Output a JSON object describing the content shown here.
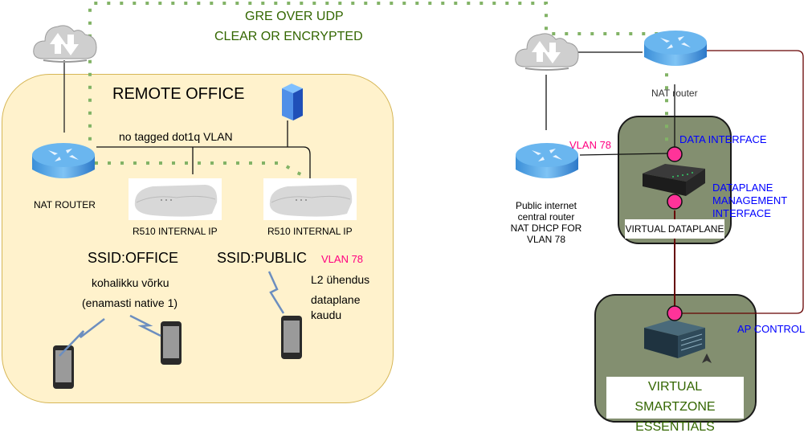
{
  "tunnel": {
    "line1": "GRE OVER UDP",
    "line2": "CLEAR OR ENCRYPTED"
  },
  "remote_office": {
    "title": "REMOTE OFFICE",
    "nat_router_label": "NAT ROUTER",
    "vlan_note": "no tagged dot1q VLAN",
    "ap1_label": "R510 INTERNAL IP",
    "ap2_label": "R510 INTERNAL IP",
    "ssid_office": "SSID:OFFICE",
    "ssid_office_desc1": "kohalikku võrku",
    "ssid_office_desc2": "(enamasti native 1)",
    "ssid_public": "SSID:PUBLIC",
    "ssid_public_vlan": "VLAN 78",
    "ssid_public_desc1": "L2 ühendus",
    "ssid_public_desc2": "dataplane",
    "ssid_public_desc3": "kaudu"
  },
  "datacenter": {
    "nat_router_label": "NAT router",
    "central_router_vlan": "VLAN 78",
    "central_router_label1": "Public internet",
    "central_router_label2": "central router",
    "central_router_label3": "NAT DHCP FOR",
    "central_router_label4": "VLAN 78",
    "data_interface": "DATA INTERFACE",
    "mgmt_interface1": "DATAPLANE",
    "mgmt_interface2": "MANAGEMENT",
    "mgmt_interface3": "INTERFACE",
    "virtual_dataplane": "VIRTUAL DATAPLANE",
    "ap_control": "AP CONTROL",
    "vsz_line1": "VIRTUAL SMARTZONE",
    "vsz_line2": "ESSENTIALS"
  },
  "colors": {
    "tunnel_text": "#336600",
    "tunnel_dots": "#82b366",
    "vlan_pink": "#ff0080",
    "interface_blue": "#0000ff",
    "control_line": "#660000",
    "port_pink": "#ff3399"
  }
}
